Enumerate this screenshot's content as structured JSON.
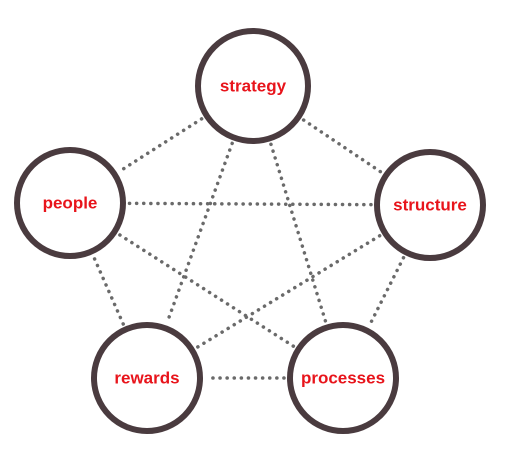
{
  "colors": {
    "node_stroke": "#4a3b3f",
    "label": "#e8141b",
    "edge": "#6a6a6a"
  },
  "nodes": [
    {
      "id": "strategy",
      "label": "strategy"
    },
    {
      "id": "structure",
      "label": "structure"
    },
    {
      "id": "processes",
      "label": "processes"
    },
    {
      "id": "rewards",
      "label": "rewards"
    },
    {
      "id": "people",
      "label": "people"
    }
  ],
  "edges": [
    [
      "strategy",
      "structure"
    ],
    [
      "strategy",
      "processes"
    ],
    [
      "strategy",
      "rewards"
    ],
    [
      "strategy",
      "people"
    ],
    [
      "structure",
      "processes"
    ],
    [
      "structure",
      "rewards"
    ],
    [
      "structure",
      "people"
    ],
    [
      "processes",
      "rewards"
    ],
    [
      "processes",
      "people"
    ],
    [
      "rewards",
      "people"
    ]
  ]
}
